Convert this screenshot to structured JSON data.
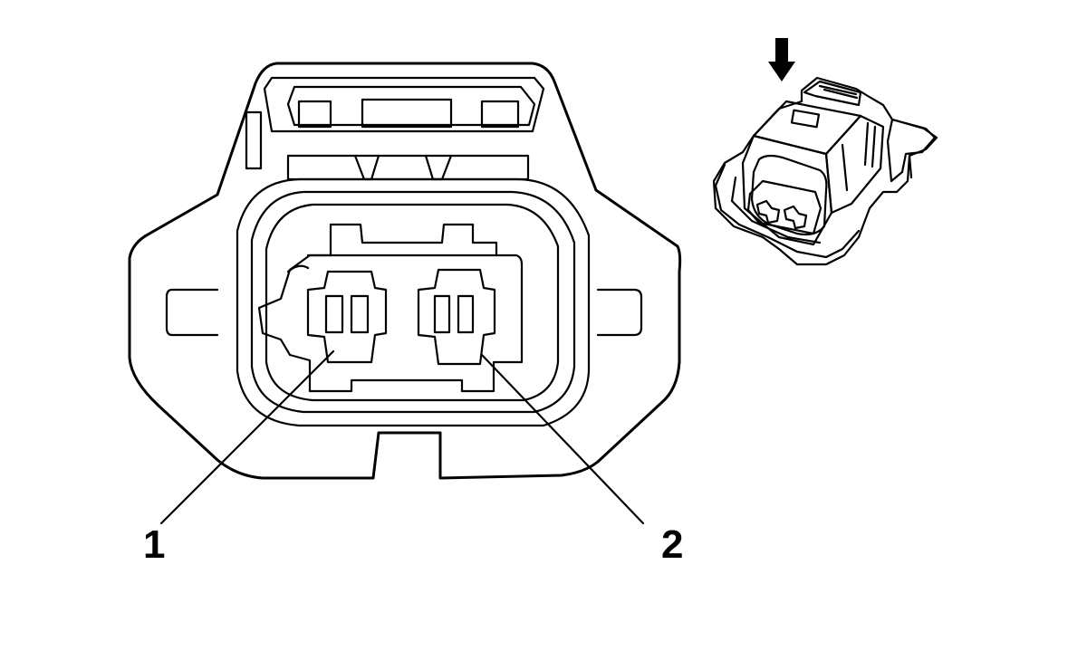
{
  "diagram": {
    "pin_labels": [
      "1",
      "2"
    ],
    "views": [
      "connector-face-view",
      "connector-isometric-view"
    ],
    "indicator": "down-arrow-icon",
    "line_color": "#000000",
    "background_color": "#ffffff"
  }
}
